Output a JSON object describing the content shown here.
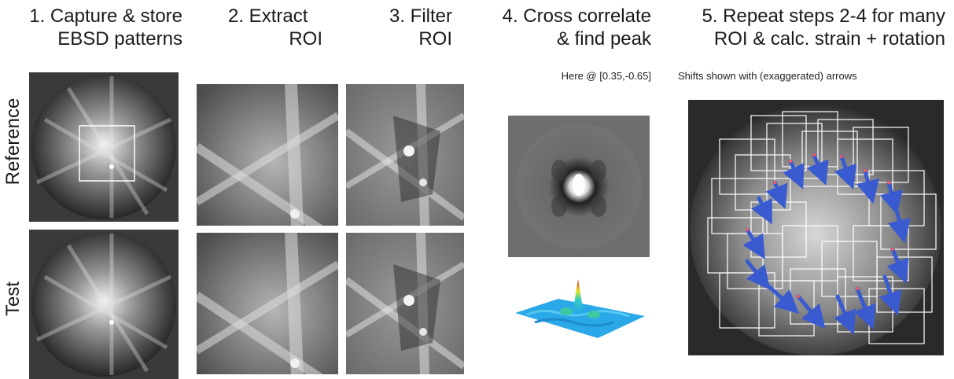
{
  "steps": [
    {
      "line1": "1. Capture & store",
      "line2": "EBSD patterns"
    },
    {
      "line1": "2. Extract",
      "line2": "ROI"
    },
    {
      "line1": "3. Filter",
      "line2": "ROI"
    },
    {
      "line1": "4. Cross correlate",
      "line2": "& find peak"
    },
    {
      "line1": "5. Repeat steps 2-4 for many",
      "line2": "ROI & calc. strain + rotation"
    }
  ],
  "notes": {
    "peak": "Here @ [0.35,-0.65]",
    "arrows": "Shifts shown with (exaggerated) arrows"
  },
  "row_labels": {
    "reference": "Reference",
    "test": "Test"
  },
  "colors": {
    "arrow": "#3a5bd0",
    "roi_box": "#ffffff",
    "surface_peak": "#d02020",
    "surface_base": "#2aa8e8"
  }
}
